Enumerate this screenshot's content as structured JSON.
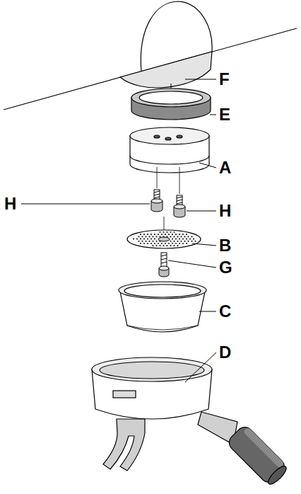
{
  "diagram": {
    "labels": [
      "F",
      "E",
      "A",
      "H",
      "H",
      "B",
      "G",
      "C",
      "D"
    ]
  }
}
